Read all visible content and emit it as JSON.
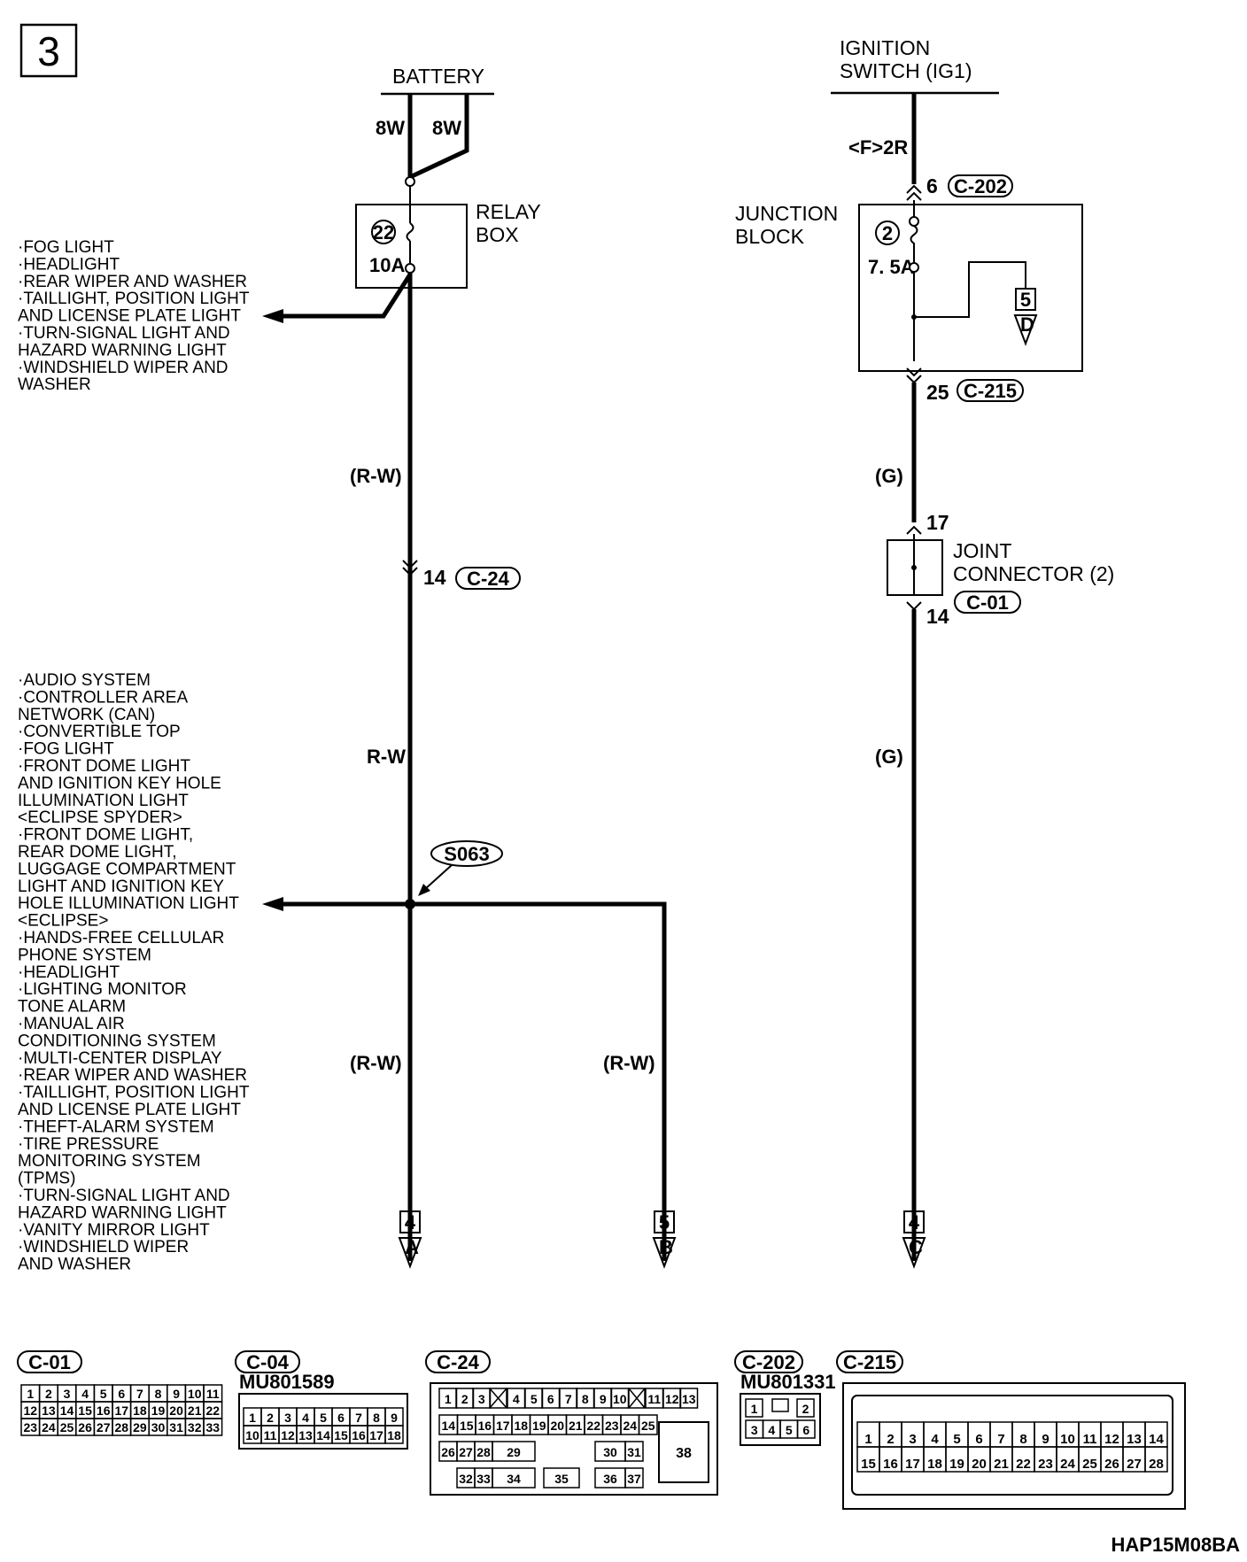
{
  "page_number": "3",
  "battery": {
    "label": "BATTERY",
    "wire_left": "8W",
    "wire_right": "8W"
  },
  "ignition": {
    "line1": "IGNITION",
    "line2": "SWITCH (IG1)",
    "wire": "<F>2R"
  },
  "relay_box": {
    "line1": "RELAY",
    "line2": "BOX",
    "fuse_no": "22",
    "fuse_amp": "10A"
  },
  "junction_block": {
    "line1": "JUNCTION",
    "line2": "BLOCK",
    "fuse_no": "2",
    "fuse_amp": "7. 5A",
    "pin_top": "6",
    "conn_top": "C-202",
    "pin_bottom": "25",
    "conn_bottom": "C-215",
    "ref_num": "5",
    "ref_letter": "D"
  },
  "joint_connector": {
    "line1": "JOINT",
    "line2": "CONNECTOR (2)",
    "pin_top": "17",
    "pin_bottom": "14",
    "conn": "C-01"
  },
  "left_wire": {
    "color1": "(R-W)",
    "pin": "14",
    "conn": "C-24",
    "color2": "R-W",
    "color3": "(R-W)"
  },
  "splice": "S063",
  "branch_wire": "(R-W)",
  "right_wire": {
    "color1": "(G)",
    "color2": "(G)"
  },
  "refs": [
    {
      "num": "4",
      "letter": "A"
    },
    {
      "num": "5",
      "letter": "B"
    },
    {
      "num": "4",
      "letter": "C"
    }
  ],
  "list1": [
    "·FOG LIGHT",
    "·HEADLIGHT",
    "·REAR WIPER AND WASHER",
    "·TAILLIGHT, POSITION LIGHT",
    " AND LICENSE PLATE LIGHT",
    "·TURN-SIGNAL LIGHT AND",
    " HAZARD WARNING LIGHT",
    "·WINDSHIELD WIPER AND",
    " WASHER"
  ],
  "list2": [
    "·AUDIO SYSTEM",
    "·CONTROLLER AREA",
    " NETWORK (CAN)",
    "·CONVERTIBLE TOP",
    "·FOG LIGHT",
    "·FRONT DOME LIGHT",
    " AND IGNITION KEY HOLE",
    " ILLUMINATION LIGHT",
    " <ECLIPSE SPYDER>",
    "·FRONT DOME LIGHT,",
    " REAR DOME LIGHT,",
    " LUGGAGE COMPARTMENT",
    " LIGHT AND IGNITION KEY",
    " HOLE ILLUMINATION LIGHT",
    " <ECLIPSE>",
    "·HANDS-FREE CELLULAR",
    " PHONE SYSTEM",
    "·HEADLIGHT",
    "·LIGHTING MONITOR",
    " TONE ALARM",
    "·MANUAL AIR",
    " CONDITIONING SYSTEM",
    "·MULTI-CENTER DISPLAY",
    "·REAR WIPER AND WASHER",
    "·TAILLIGHT, POSITION LIGHT",
    " AND LICENSE PLATE LIGHT",
    "·THEFT-ALARM SYSTEM",
    "·TIRE PRESSURE",
    " MONITORING SYSTEM",
    " (TPMS)",
    "·TURN-SIGNAL LIGHT AND",
    " HAZARD WARNING LIGHT",
    "·VANITY MIRROR LIGHT",
    "·WINDSHIELD WIPER",
    " AND WASHER"
  ],
  "connectors": {
    "c01": {
      "label": "C-01",
      "row1": [
        "1",
        "2",
        "3",
        "4",
        "5",
        "6",
        "7",
        "8",
        "9",
        "10",
        "11"
      ],
      "row2": [
        "12",
        "13",
        "14",
        "15",
        "16",
        "17",
        "18",
        "19",
        "20",
        "21",
        "22"
      ],
      "row3": [
        "23",
        "24",
        "25",
        "26",
        "27",
        "28",
        "29",
        "30",
        "31",
        "32",
        "33"
      ]
    },
    "c04": {
      "label": "C-04",
      "part": "MU801589",
      "row1": [
        "1",
        "2",
        "3",
        "4",
        "5",
        "6",
        "7",
        "8",
        "9"
      ],
      "row2": [
        "10",
        "11",
        "12",
        "13",
        "14",
        "15",
        "16",
        "17",
        "18"
      ]
    },
    "c24": {
      "label": "C-24",
      "row1": [
        "1",
        "2",
        "3",
        "4",
        "5",
        "6",
        "7",
        "8",
        "9",
        "10",
        "11",
        "12",
        "13"
      ],
      "row2": [
        "14",
        "15",
        "16",
        "17",
        "18",
        "19",
        "20",
        "21",
        "22",
        "23",
        "24",
        "25"
      ],
      "row3": [
        "26",
        "27",
        "28",
        "29",
        "30",
        "31"
      ],
      "row4": [
        "32",
        "33",
        "34",
        "35",
        "36",
        "37"
      ],
      "big": "38"
    },
    "c202": {
      "label": "C-202",
      "part": "MU801331",
      "row1": [
        "1",
        "2"
      ],
      "row2": [
        "3",
        "4",
        "5",
        "6"
      ]
    },
    "c215": {
      "label": "C-215",
      "row1": [
        "1",
        "2",
        "3",
        "4",
        "5",
        "6",
        "7",
        "8",
        "9",
        "10",
        "11",
        "12",
        "13",
        "14"
      ],
      "row2": [
        "15",
        "16",
        "17",
        "18",
        "19",
        "20",
        "21",
        "22",
        "23",
        "24",
        "25",
        "26",
        "27",
        "28"
      ]
    }
  },
  "footer_code": "HAP15M08BA"
}
